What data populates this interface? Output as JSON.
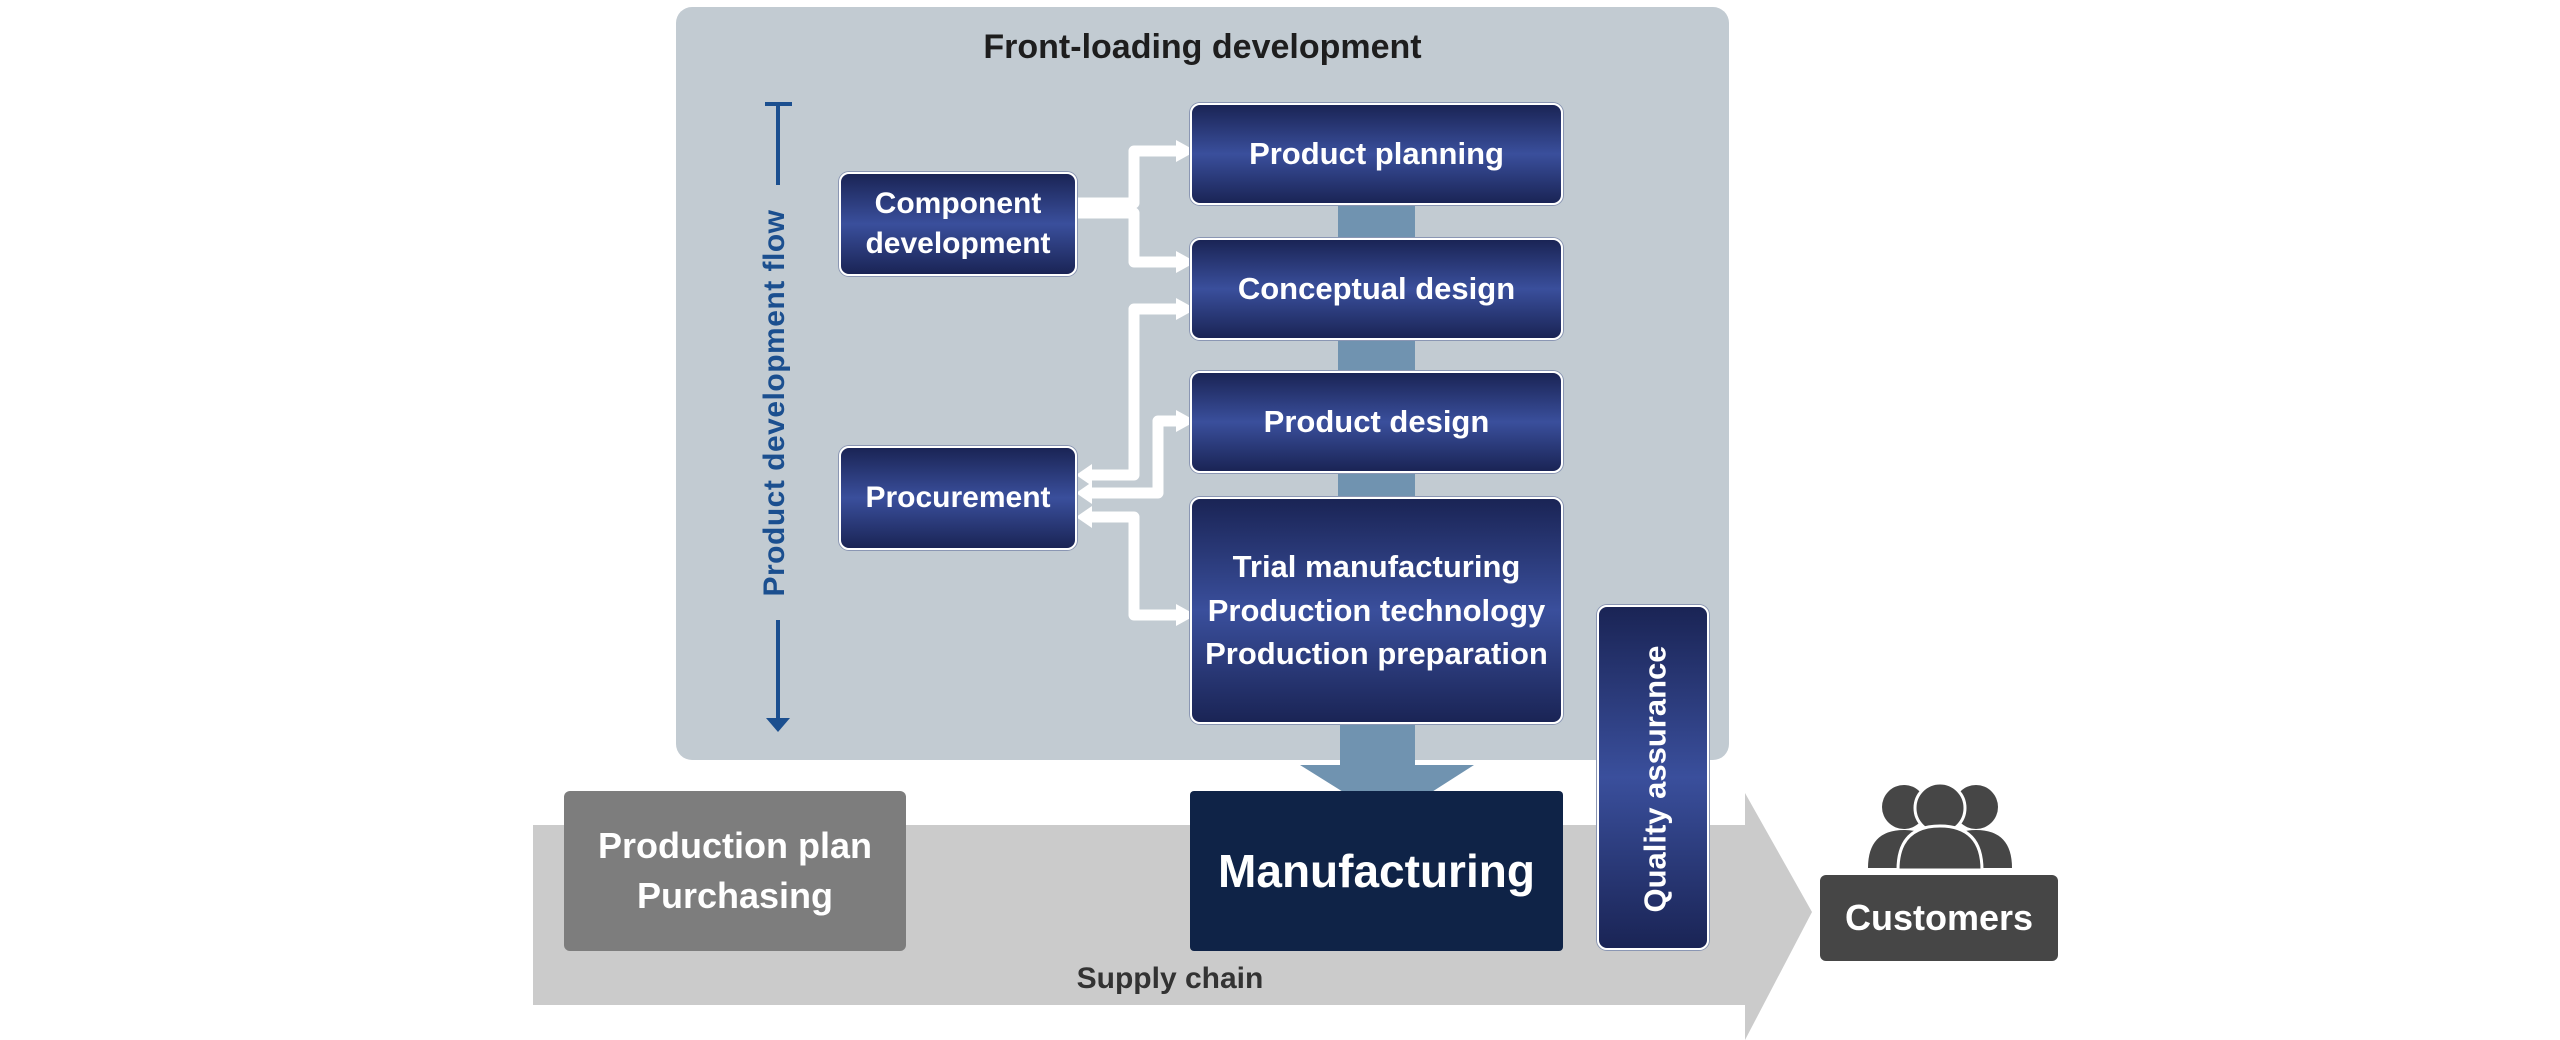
{
  "diagram": {
    "frontloading_title": "Front-loading development",
    "flow_label": "Product development flow",
    "stages": [
      {
        "label": "Product planning"
      },
      {
        "label": "Conceptual design"
      },
      {
        "label": "Product design"
      },
      {
        "lines": [
          "Trial manufacturing",
          "Production technology",
          "Production preparation"
        ]
      }
    ],
    "component_development": [
      "Component",
      "development"
    ],
    "procurement": "Procurement",
    "production_plan": [
      "Production plan",
      "Purchasing"
    ],
    "manufacturing": "Manufacturing",
    "quality_assurance": "Quality assurance",
    "supply_chain": "Supply chain",
    "customers": "Customers"
  },
  "colors": {
    "navy_gradient_dark": "#1a2455",
    "navy_gradient_light": "#3a4f9c",
    "manufacturing": "#0f2347",
    "connector": "#7093b0",
    "frontloading_bg": "#c2cbd2",
    "supply_arrow": "#cbcbcb",
    "flow_arrow": "#1b4f8f",
    "customers": "#464646"
  },
  "icons": [
    "people-group-icon"
  ]
}
